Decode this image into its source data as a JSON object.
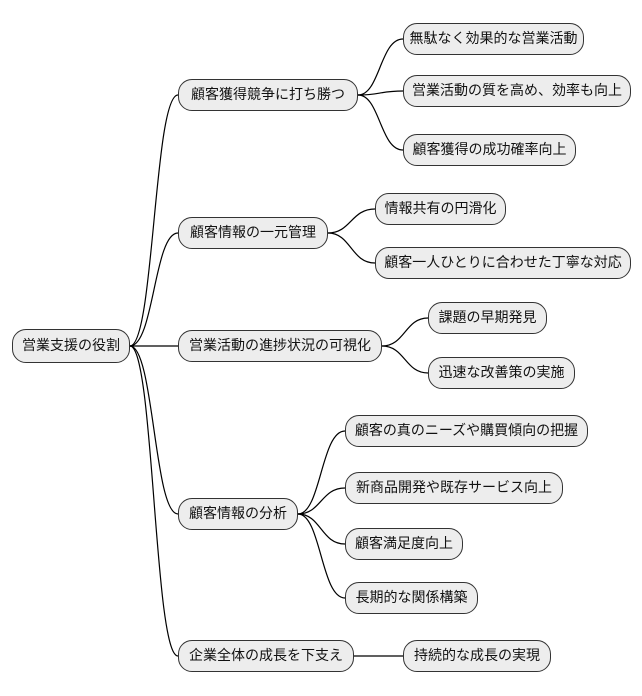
{
  "style": {
    "background": "#ffffff",
    "node_fill": "#ededed",
    "node_border": "#333333",
    "node_text": "#111111",
    "connector": "#000000"
  },
  "mindmap": {
    "root": "営業支援の役割",
    "branches": [
      {
        "label": "顧客獲得競争に打ち勝つ",
        "children": [
          "無駄なく効果的な営業活動",
          "営業活動の質を高め、効率も向上",
          "顧客獲得の成功確率向上"
        ]
      },
      {
        "label": "顧客情報の一元管理",
        "children": [
          "情報共有の円滑化",
          "顧客一人ひとりに合わせた丁寧な対応"
        ]
      },
      {
        "label": "営業活動の進捗状況の可視化",
        "children": [
          "課題の早期発見",
          "迅速な改善策の実施"
        ]
      },
      {
        "label": "顧客情報の分析",
        "children": [
          "顧客の真のニーズや購買傾向の把握",
          "新商品開発や既存サービス向上",
          "顧客満足度向上",
          "長期的な関係構築"
        ]
      },
      {
        "label": "企業全体の成長を下支え",
        "children": [
          "持続的な成長の実現"
        ]
      }
    ]
  }
}
